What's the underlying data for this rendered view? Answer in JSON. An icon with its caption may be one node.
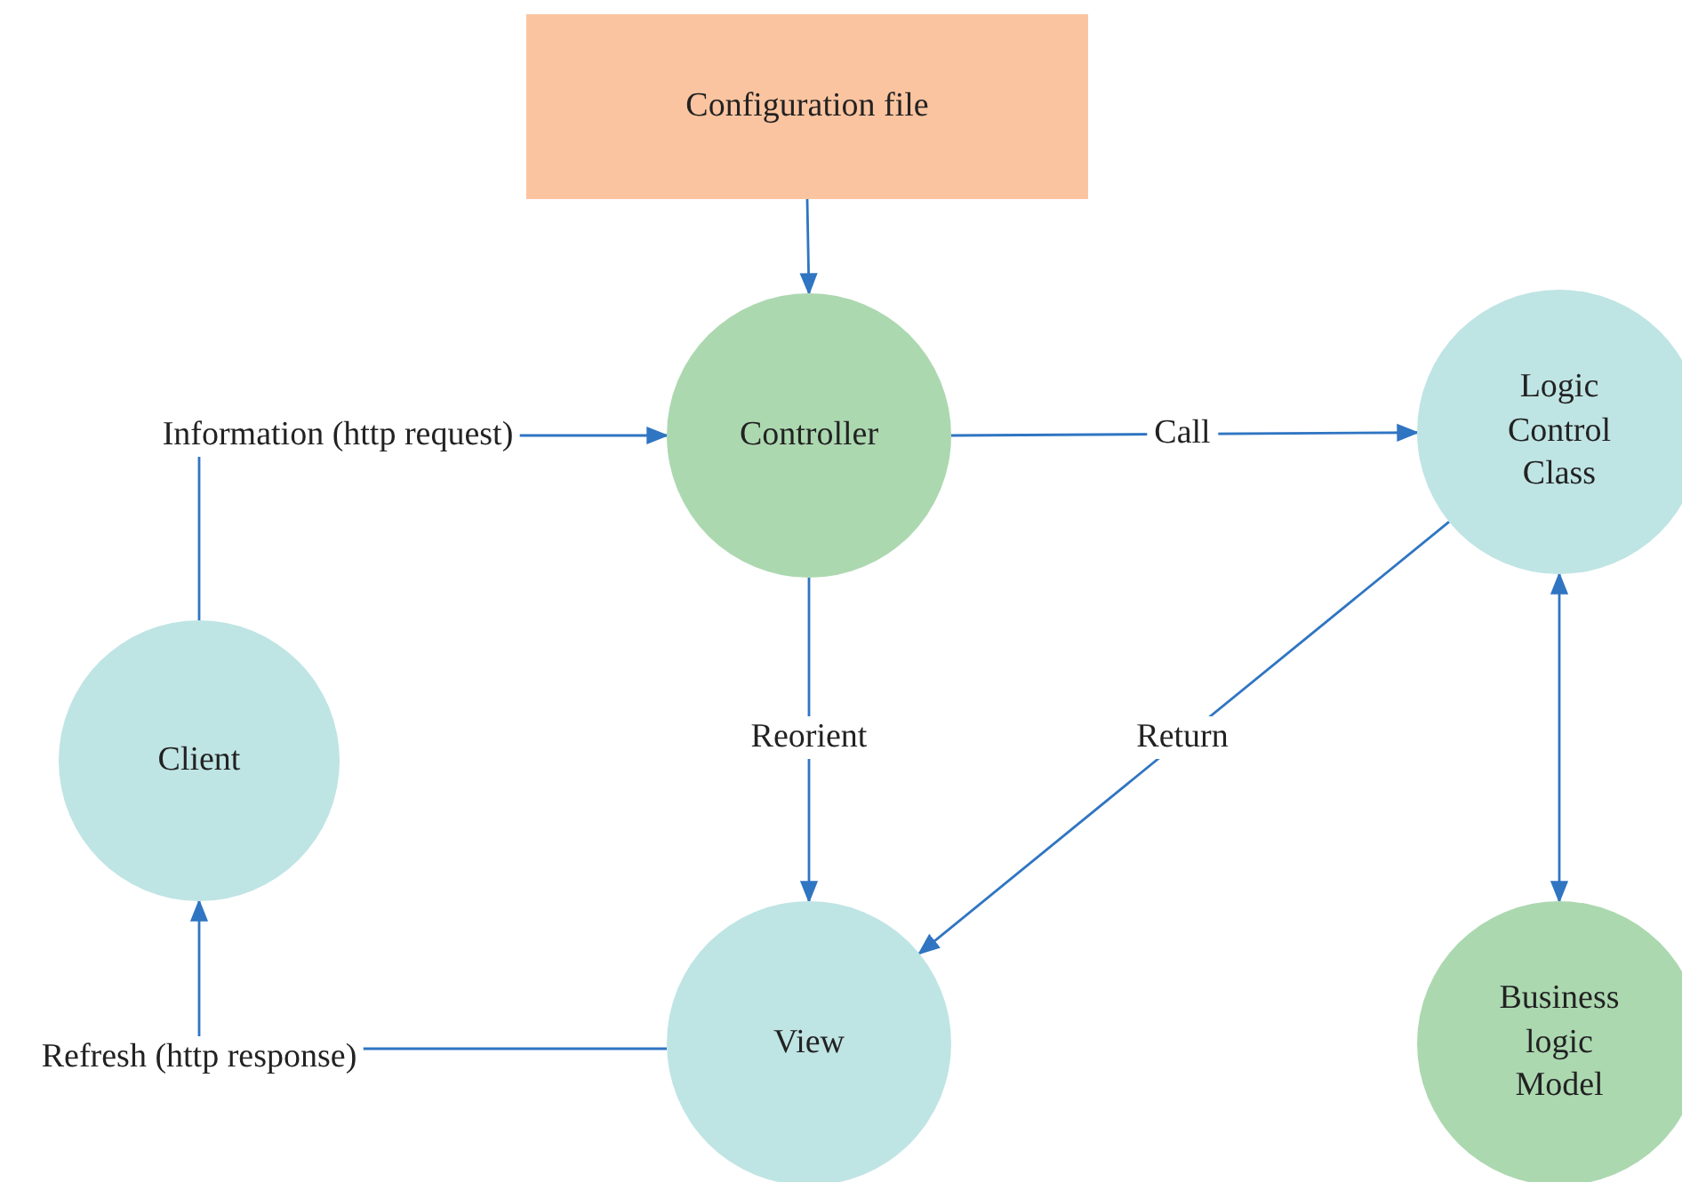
{
  "diagram": {
    "nodes": [
      {
        "text": [
          "Configuration file"
        ]
      },
      {
        "text": [
          "Controller"
        ]
      },
      {
        "text": [
          "Logic Control Class"
        ]
      },
      {
        "text": [
          "Client"
        ]
      },
      {
        "text": [
          "View"
        ]
      },
      {
        "text": [
          "Business logic Model"
        ]
      }
    ],
    "edges": [
      {
        "from": 0,
        "to": 1,
        "arrow": "to"
      },
      {
        "from": 3,
        "to": 1,
        "arrow": "to",
        "label": "Information (http request)"
      },
      {
        "from": 1,
        "to": 2,
        "arrow": "to",
        "label": "Call"
      },
      {
        "from": 1,
        "to": 4,
        "arrow": "to",
        "label": "Reorient"
      },
      {
        "from": 2,
        "to": 4,
        "arrow": "to",
        "label": "Return"
      },
      {
        "from": 2,
        "to": 5,
        "arrow": "both"
      },
      {
        "from": 4,
        "to": 3,
        "arrow": "to",
        "label": "Refresh (http response)"
      }
    ]
  }
}
